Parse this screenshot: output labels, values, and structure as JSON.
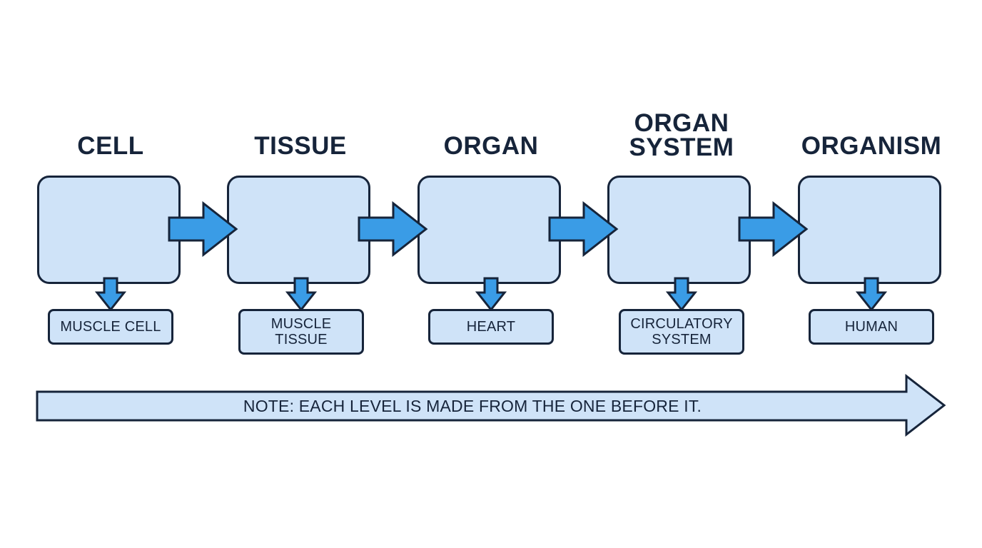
{
  "levels": [
    {
      "title": "CELL",
      "example": "MUSCLE CELL"
    },
    {
      "title": "TISSUE",
      "example": "MUSCLE\nTISSUE"
    },
    {
      "title": "ORGAN",
      "example": "HEART"
    },
    {
      "title": "ORGAN\nSYSTEM",
      "example": "CIRCULATORY\nSYSTEM"
    },
    {
      "title": "ORGANISM",
      "example": "HUMAN"
    }
  ],
  "note": "NOTE: EACH LEVEL IS MADE FROM THE ONE BEFORE IT.",
  "colors": {
    "box_fill": "#cfe3f8",
    "outline": "#16243a",
    "arrow_fill": "#3a9ce6"
  }
}
